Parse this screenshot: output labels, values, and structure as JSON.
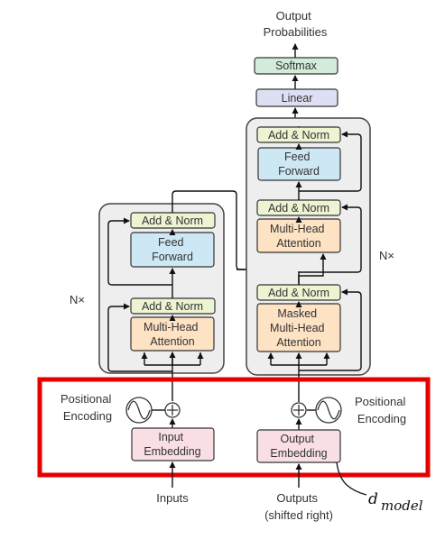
{
  "output_probabilities": [
    "Output",
    "Probabilities"
  ],
  "softmax": "Softmax",
  "linear": "Linear",
  "encoder": {
    "repeat_label": "N×",
    "add_norm_top": "Add & Norm",
    "feed_forward": [
      "Feed",
      "Forward"
    ],
    "add_norm_bottom": "Add & Norm",
    "multi_head_attention": [
      "Multi-Head",
      "Attention"
    ],
    "positional_encoding": [
      "Positional",
      "Encoding"
    ],
    "input_embedding": [
      "Input",
      "Embedding"
    ],
    "inputs": "Inputs"
  },
  "decoder": {
    "repeat_label": "N×",
    "add_norm_top": "Add & Norm",
    "feed_forward": [
      "Feed",
      "Forward"
    ],
    "add_norm_mid": "Add & Norm",
    "multi_head_attention": [
      "Multi-Head",
      "Attention"
    ],
    "add_norm_bottom": "Add & Norm",
    "masked_attention": [
      "Masked",
      "Multi-Head",
      "Attention"
    ],
    "positional_encoding": [
      "Positional",
      "Encoding"
    ],
    "output_embedding": [
      "Output",
      "Embedding"
    ],
    "outputs": [
      "Outputs",
      "(shifted right)"
    ]
  },
  "annotation": {
    "d": "d",
    "sub": "model"
  },
  "colors": {
    "add_norm": "#eef4d2",
    "feed_forward": "#cde8f4",
    "attention": "#fde2c4",
    "embedding": "#f9dfe4",
    "linear": "#dedff2",
    "softmax": "#d3ecd9",
    "stack_bg": "#eeeeee",
    "highlight": "#e60000"
  }
}
